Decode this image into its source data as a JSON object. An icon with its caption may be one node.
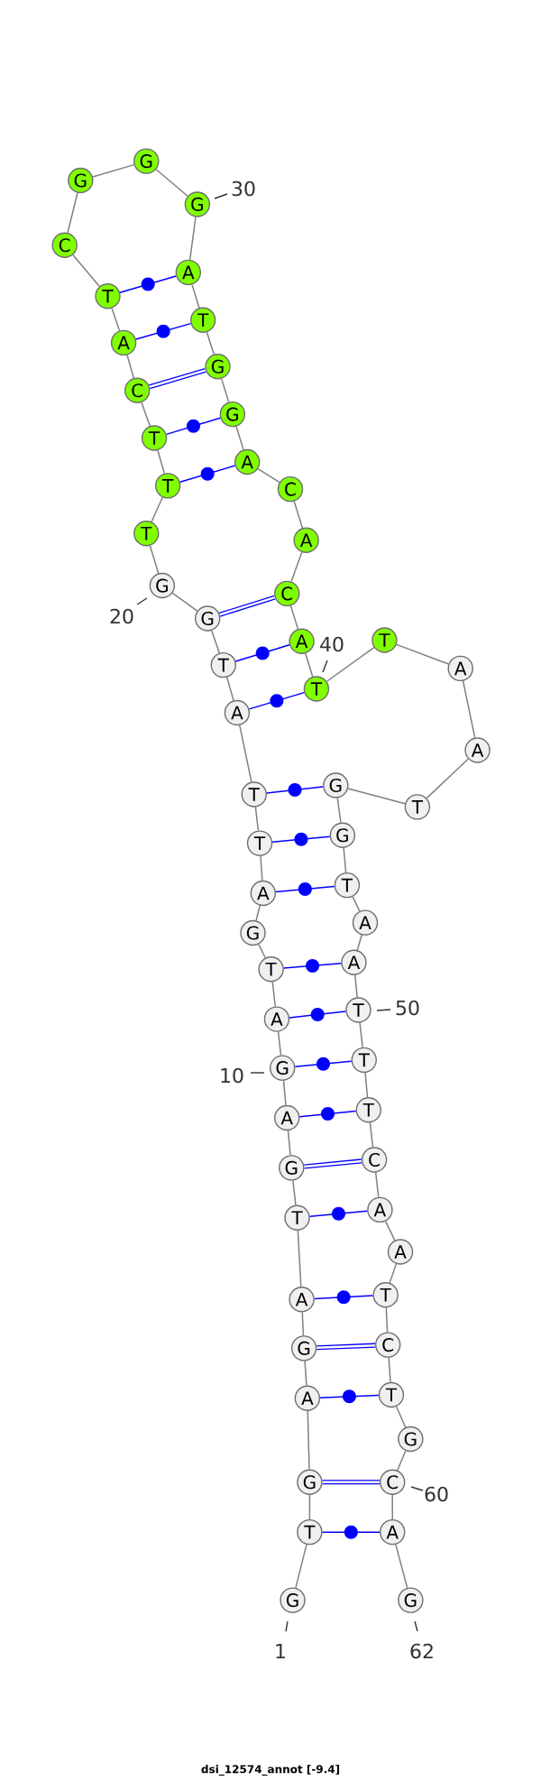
{
  "diagram": {
    "caption": "dsi_12574_annot [-9.4]",
    "nodes": [
      {
        "text": [
          "G"
        ],
        "beside": [
          "1"
        ]
      },
      {
        "text": [
          "T"
        ]
      },
      {
        "text": [
          "G"
        ]
      },
      {
        "text": [
          "A"
        ]
      },
      {
        "text": [
          "G"
        ]
      },
      {
        "text": [
          "A"
        ]
      },
      {
        "text": [
          "T"
        ]
      },
      {
        "text": [
          "G"
        ]
      },
      {
        "text": [
          "A"
        ]
      },
      {
        "text": [
          "G"
        ],
        "beside": [
          "10"
        ]
      },
      {
        "text": [
          "A"
        ]
      },
      {
        "text": [
          "T"
        ]
      },
      {
        "text": [
          "G"
        ]
      },
      {
        "text": [
          "A"
        ]
      },
      {
        "text": [
          "T"
        ]
      },
      {
        "text": [
          "T"
        ]
      },
      {
        "text": [
          "A"
        ]
      },
      {
        "text": [
          "T"
        ]
      },
      {
        "text": [
          "G"
        ]
      },
      {
        "text": [
          "G"
        ],
        "beside": [
          "20"
        ]
      },
      {
        "text": [
          "T"
        ]
      },
      {
        "text": [
          "T"
        ]
      },
      {
        "text": [
          "T"
        ]
      },
      {
        "text": [
          "C"
        ]
      },
      {
        "text": [
          "A"
        ]
      },
      {
        "text": [
          "T"
        ]
      },
      {
        "text": [
          "C"
        ]
      },
      {
        "text": [
          "G"
        ]
      },
      {
        "text": [
          "G"
        ]
      },
      {
        "text": [
          "G"
        ],
        "beside": [
          "30"
        ]
      },
      {
        "text": [
          "A"
        ]
      },
      {
        "text": [
          "T"
        ]
      },
      {
        "text": [
          "G"
        ]
      },
      {
        "text": [
          "G"
        ]
      },
      {
        "text": [
          "A"
        ]
      },
      {
        "text": [
          "C"
        ]
      },
      {
        "text": [
          "A"
        ]
      },
      {
        "text": [
          "C"
        ]
      },
      {
        "text": [
          "A"
        ]
      },
      {
        "text": [
          "T"
        ]
      },
      {
        "text": [
          "T"
        ]
      },
      {
        "text": [
          "A"
        ]
      },
      {
        "text": [
          "A"
        ]
      },
      {
        "text": [
          "T"
        ]
      },
      {
        "text": [
          "G"
        ]
      },
      {
        "text": [
          "G"
        ]
      },
      {
        "text": [
          "T"
        ]
      },
      {
        "text": [
          "A"
        ]
      },
      {
        "text": [
          "A"
        ]
      },
      {
        "text": [
          "T"
        ],
        "beside": [
          "50"
        ]
      },
      {
        "text": [
          "T"
        ]
      },
      {
        "text": [
          "T"
        ]
      },
      {
        "text": [
          "C"
        ]
      },
      {
        "text": [
          "A"
        ]
      },
      {
        "text": [
          "A"
        ]
      },
      {
        "text": [
          "T"
        ]
      },
      {
        "text": [
          "C"
        ]
      },
      {
        "text": [
          "T"
        ]
      },
      {
        "text": [
          "G"
        ]
      },
      {
        "text": [
          "C"
        ],
        "beside": [
          "60"
        ]
      },
      {
        "text": [
          "A"
        ]
      },
      {
        "text": [
          "G"
        ],
        "beside": [
          "62"
        ]
      }
    ],
    "edges": [
      {
        "from": 0,
        "to": 1,
        "arrow": "none"
      },
      {
        "from": 1,
        "to": 2,
        "arrow": "none"
      },
      {
        "from": 2,
        "to": 3,
        "arrow": "none"
      },
      {
        "from": 3,
        "to": 4,
        "arrow": "none"
      },
      {
        "from": 4,
        "to": 5,
        "arrow": "none"
      },
      {
        "from": 5,
        "to": 6,
        "arrow": "none"
      },
      {
        "from": 6,
        "to": 7,
        "arrow": "none"
      },
      {
        "from": 7,
        "to": 8,
        "arrow": "none"
      },
      {
        "from": 8,
        "to": 9,
        "arrow": "none"
      },
      {
        "from": 9,
        "to": 10,
        "arrow": "none"
      },
      {
        "from": 10,
        "to": 11,
        "arrow": "none"
      },
      {
        "from": 11,
        "to": 12,
        "arrow": "none"
      },
      {
        "from": 12,
        "to": 13,
        "arrow": "none"
      },
      {
        "from": 13,
        "to": 14,
        "arrow": "none"
      },
      {
        "from": 14,
        "to": 15,
        "arrow": "none"
      },
      {
        "from": 15,
        "to": 16,
        "arrow": "none"
      },
      {
        "from": 16,
        "to": 17,
        "arrow": "none"
      },
      {
        "from": 17,
        "to": 18,
        "arrow": "none"
      },
      {
        "from": 18,
        "to": 19,
        "arrow": "none"
      },
      {
        "from": 19,
        "to": 20,
        "arrow": "none"
      },
      {
        "from": 20,
        "to": 21,
        "arrow": "none"
      },
      {
        "from": 21,
        "to": 22,
        "arrow": "none"
      },
      {
        "from": 22,
        "to": 23,
        "arrow": "none"
      },
      {
        "from": 23,
        "to": 24,
        "arrow": "none"
      },
      {
        "from": 24,
        "to": 25,
        "arrow": "none"
      },
      {
        "from": 25,
        "to": 26,
        "arrow": "none"
      },
      {
        "from": 26,
        "to": 27,
        "arrow": "none"
      },
      {
        "from": 27,
        "to": 28,
        "arrow": "none"
      },
      {
        "from": 28,
        "to": 29,
        "arrow": "none"
      },
      {
        "from": 29,
        "to": 30,
        "arrow": "none"
      },
      {
        "from": 30,
        "to": 31,
        "arrow": "none"
      },
      {
        "from": 31,
        "to": 32,
        "arrow": "none"
      },
      {
        "from": 32,
        "to": 33,
        "arrow": "none"
      },
      {
        "from": 33,
        "to": 34,
        "arrow": "none"
      },
      {
        "from": 34,
        "to": 35,
        "arrow": "none"
      },
      {
        "from": 35,
        "to": 36,
        "arrow": "none"
      },
      {
        "from": 36,
        "to": 37,
        "arrow": "none"
      },
      {
        "from": 37,
        "to": 38,
        "arrow": "none"
      },
      {
        "from": 38,
        "to": 39,
        "arrow": "none"
      },
      {
        "from": 39,
        "to": 40,
        "arrow": "none"
      },
      {
        "from": 40,
        "to": 41,
        "arrow": "none"
      },
      {
        "from": 41,
        "to": 42,
        "arrow": "none"
      },
      {
        "from": 42,
        "to": 43,
        "arrow": "none"
      },
      {
        "from": 43,
        "to": 44,
        "arrow": "none"
      },
      {
        "from": 44,
        "to": 45,
        "arrow": "none"
      },
      {
        "from": 45,
        "to": 46,
        "arrow": "none"
      },
      {
        "from": 46,
        "to": 47,
        "arrow": "none"
      },
      {
        "from": 47,
        "to": 48,
        "arrow": "none"
      },
      {
        "from": 48,
        "to": 49,
        "arrow": "none"
      },
      {
        "from": 49,
        "to": 50,
        "arrow": "none"
      },
      {
        "from": 50,
        "to": 51,
        "arrow": "none"
      },
      {
        "from": 51,
        "to": 52,
        "arrow": "none"
      },
      {
        "from": 52,
        "to": 53,
        "arrow": "none"
      },
      {
        "from": 53,
        "to": 54,
        "arrow": "none"
      },
      {
        "from": 54,
        "to": 55,
        "arrow": "none"
      },
      {
        "from": 55,
        "to": 56,
        "arrow": "none"
      },
      {
        "from": 56,
        "to": 57,
        "arrow": "none"
      },
      {
        "from": 57,
        "to": 58,
        "arrow": "none"
      },
      {
        "from": 58,
        "to": 59,
        "arrow": "none"
      },
      {
        "from": 59,
        "to": 60,
        "arrow": "none"
      },
      {
        "from": 60,
        "to": 61,
        "arrow": "none"
      },
      {
        "from": 1,
        "to": 60,
        "arrow": "none",
        "color": "#0000ff"
      },
      {
        "from": 2,
        "to": 59,
        "arrow": "none",
        "color": "#0000ff"
      },
      {
        "from": 2,
        "to": 59,
        "arrow": "none",
        "color": "#0000ff"
      },
      {
        "from": 3,
        "to": 57,
        "arrow": "none",
        "color": "#0000ff"
      },
      {
        "from": 4,
        "to": 56,
        "arrow": "none",
        "color": "#0000ff"
      },
      {
        "from": 4,
        "to": 56,
        "arrow": "none",
        "color": "#0000ff"
      },
      {
        "from": 5,
        "to": 55,
        "arrow": "none",
        "color": "#0000ff"
      },
      {
        "from": 6,
        "to": 53,
        "arrow": "none",
        "color": "#0000ff"
      },
      {
        "from": 7,
        "to": 52,
        "arrow": "none",
        "color": "#0000ff"
      },
      {
        "from": 7,
        "to": 52,
        "arrow": "none",
        "color": "#0000ff"
      },
      {
        "from": 8,
        "to": 51,
        "arrow": "none",
        "color": "#0000ff"
      },
      {
        "from": 9,
        "to": 50,
        "arrow": "none",
        "color": "#0000ff"
      },
      {
        "from": 10,
        "to": 49,
        "arrow": "none",
        "color": "#0000ff"
      },
      {
        "from": 11,
        "to": 48,
        "arrow": "none",
        "color": "#0000ff"
      },
      {
        "from": 13,
        "to": 46,
        "arrow": "none",
        "color": "#0000ff"
      },
      {
        "from": 14,
        "to": 45,
        "arrow": "none",
        "color": "#0000ff"
      },
      {
        "from": 15,
        "to": 44,
        "arrow": "none",
        "color": "#0000ff"
      },
      {
        "from": 16,
        "to": 39,
        "arrow": "none",
        "color": "#0000ff"
      },
      {
        "from": 17,
        "to": 38,
        "arrow": "none",
        "color": "#0000ff"
      },
      {
        "from": 18,
        "to": 37,
        "arrow": "none",
        "color": "#0000ff"
      },
      {
        "from": 18,
        "to": 37,
        "arrow": "none",
        "color": "#0000ff"
      },
      {
        "from": 21,
        "to": 34,
        "arrow": "none",
        "color": "#0000ff"
      },
      {
        "from": 22,
        "to": 33,
        "arrow": "none",
        "color": "#0000ff"
      },
      {
        "from": 23,
        "to": 32,
        "arrow": "none",
        "color": "#0000ff"
      },
      {
        "from": 23,
        "to": 32,
        "arrow": "none",
        "color": "#0000ff"
      },
      {
        "from": 24,
        "to": 31,
        "arrow": "none",
        "color": "#0000ff"
      },
      {
        "from": 25,
        "to": 30,
        "arrow": "none",
        "color": "#0000ff"
      }
    ],
    "labels": [
      "40"
    ]
  }
}
